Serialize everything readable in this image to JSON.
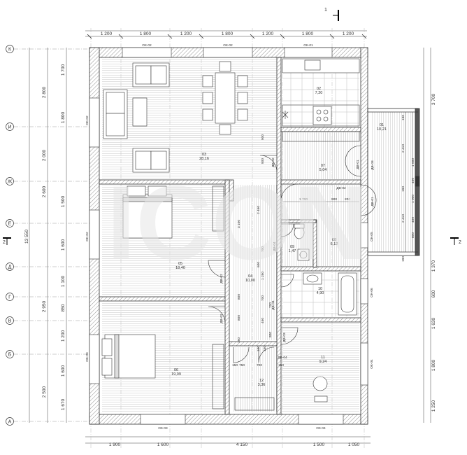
{
  "section_marks": {
    "top": "1",
    "left": "2",
    "right": "2"
  },
  "dims_top": [
    "1 200",
    "1 800",
    "1 200",
    "1 800",
    "1 200",
    "1 800",
    "1 200"
  ],
  "dims_bottom": [
    "1 900",
    "1 600",
    "4 150",
    "1 500",
    "1 050"
  ],
  "dims_left_inner": [
    "1 700",
    "1 800",
    "1 500",
    "1 600",
    "1 100",
    "850",
    "1 200",
    "1 600",
    "1 670"
  ],
  "dims_left_mid": [
    "2 800",
    "2 000",
    "2 600",
    "2 950",
    "2 500"
  ],
  "dims_left_total": "13 550",
  "dims_right": [
    "3 700",
    "1 370",
    "600",
    "1 630",
    "1 800",
    "1 250"
  ],
  "axes": [
    "К",
    "И",
    "Ж",
    "Е",
    "Д",
    "Г",
    "В",
    "Б",
    "А"
  ],
  "windows": [
    "ОК-02",
    "ОК-02",
    "ОК-01",
    "ОК-02",
    "ОК-02",
    "ОК-03",
    "ОК-03",
    "ОК-04",
    "ОК-05",
    "ОК-06",
    "ОК-04"
  ],
  "doors": [
    "ДВ-02",
    "ДВ-01",
    "ДВ-02",
    "ДВ-01",
    "ДВ-03",
    "ДВ-04",
    "ДВ-02",
    "ДВ-04",
    "ДВ-02",
    "ДВ-03",
    "ДВ-04"
  ],
  "rooms": [
    {
      "num": "01",
      "area": "10,21"
    },
    {
      "num": "02",
      "area": "7,20"
    },
    {
      "num": "03",
      "area": "28,16"
    },
    {
      "num": "04",
      "area": "10,00"
    },
    {
      "num": "05",
      "area": "18,40"
    },
    {
      "num": "06",
      "area": "19,09"
    },
    {
      "num": "07",
      "area": "5,04"
    },
    {
      "num": "08",
      "area": "6,12"
    },
    {
      "num": "09",
      "area": "1,47"
    },
    {
      "num": "10",
      "area": "4,90"
    },
    {
      "num": "11",
      "area": "9,24"
    },
    {
      "num": "12",
      "area": "3,36"
    }
  ],
  "inner_dims": [
    "1 700",
    "900",
    "200",
    "2 450",
    "3 100",
    "900",
    "900",
    "700",
    "1 250",
    "800",
    "750",
    "150",
    "750",
    "700",
    "150",
    "450",
    "800",
    "100",
    "150",
    "700",
    "800",
    "700",
    "600"
  ],
  "terrace_dims": [
    "190",
    "2 410",
    "1 000",
    "400",
    "190",
    "1 000",
    "400",
    "2 410",
    "190",
    "800"
  ],
  "watermark": "ICON",
  "colors": {
    "line": "#333333",
    "wall_fill": "#ffffff",
    "hatch": "#777777",
    "floor": "#b8b8b8",
    "watermark": "#e6e6e6"
  }
}
